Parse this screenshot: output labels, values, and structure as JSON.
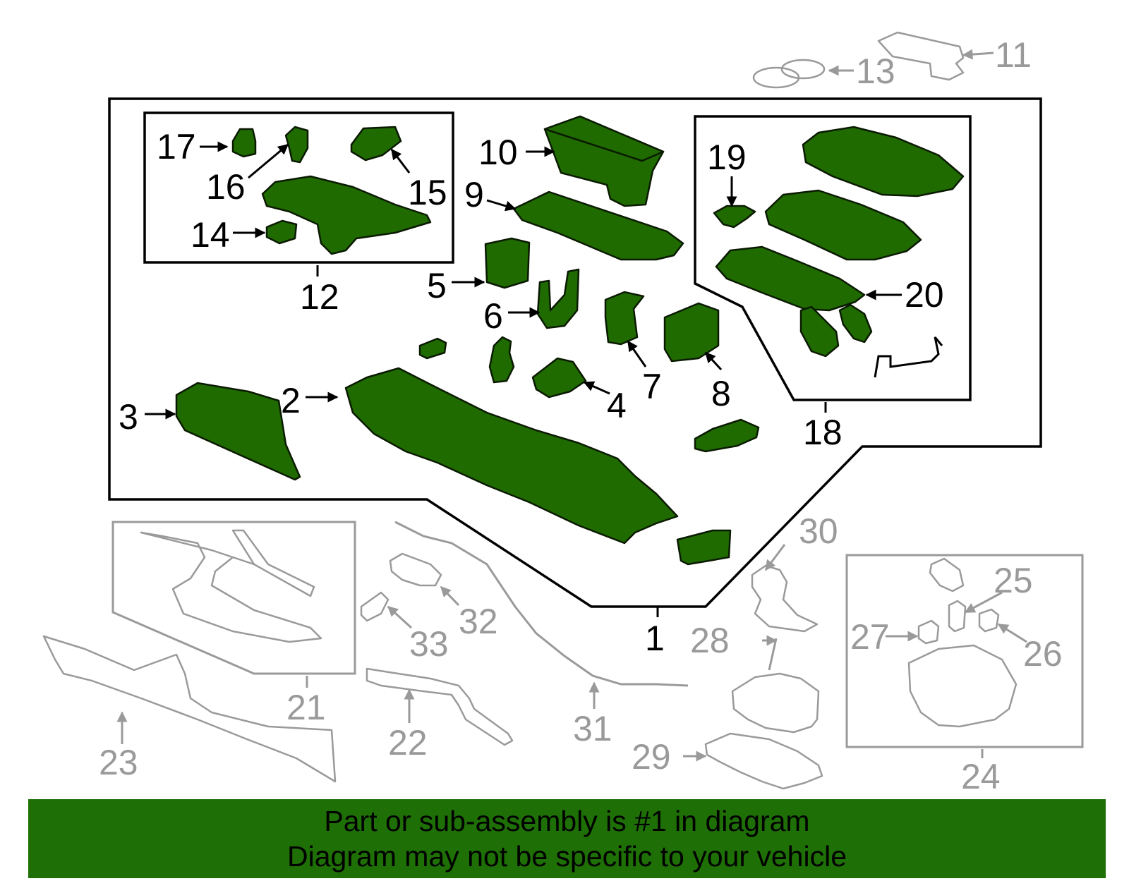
{
  "diagram": {
    "colors": {
      "highlight": "#1f6b00",
      "banner": "#1e6f06",
      "inactive": "#9a9a9a",
      "ink": "#000000"
    },
    "callouts": {
      "c1": "1",
      "c2": "2",
      "c3": "3",
      "c4": "4",
      "c5": "5",
      "c6": "6",
      "c7": "7",
      "c8": "8",
      "c9": "9",
      "c10": "10",
      "c11": "11",
      "c12": "12",
      "c13": "13",
      "c14": "14",
      "c15": "15",
      "c16": "16",
      "c17": "17",
      "c18": "18",
      "c19": "19",
      "c20": "20",
      "c21": "21",
      "c22": "22",
      "c23": "23",
      "c24": "24",
      "c25": "25",
      "c26": "26",
      "c27": "27",
      "c28": "28",
      "c29": "29",
      "c30": "30",
      "c31": "31",
      "c32": "32",
      "c33": "33"
    }
  },
  "banner": {
    "line1": "Part or sub-assembly is #1 in diagram",
    "line2": "Diagram may not be specific to your vehicle"
  }
}
